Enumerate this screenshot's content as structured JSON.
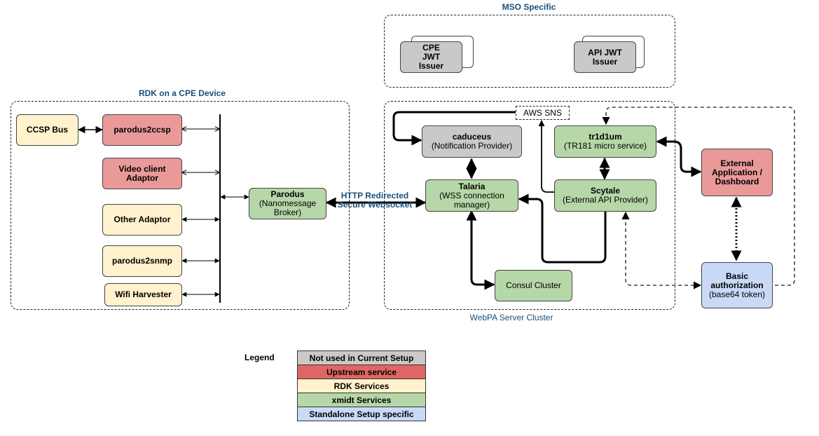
{
  "regions": {
    "mso": "MSO Specific",
    "rdk": "RDK on a CPE Device",
    "webpa": "WebPA Server Cluster"
  },
  "nodes": {
    "cpe_jwt": {
      "name": "CPE JWT Issuer"
    },
    "api_jwt": {
      "name": "API JWT Issuer"
    },
    "ccsp_bus": {
      "name": "CCSP Bus"
    },
    "parodus2ccsp": {
      "name": "parodus2ccsp"
    },
    "video_client": {
      "name": "Video client Adaptor"
    },
    "other_adaptor": {
      "name": "Other Adaptor"
    },
    "parodus2snmp": {
      "name": "parodus2snmp"
    },
    "wifi_harvester": {
      "name": "Wifi Harvester"
    },
    "parodus": {
      "name": "Parodus",
      "desc": "(Nanomessage Broker)"
    },
    "caduceus": {
      "name": "caduceus",
      "desc": "(Notification Provider)"
    },
    "tr1d1um": {
      "name": "tr1d1um",
      "desc": "(TR181 micro service)"
    },
    "talaria": {
      "name": "Talaria",
      "desc": "(WSS connection manager)"
    },
    "scytale": {
      "name": "Scytale",
      "desc": "(External API Provider)"
    },
    "consul": {
      "name": "Consul Cluster"
    },
    "external_app": {
      "name": "External Application / Dashboard"
    },
    "basic_auth": {
      "name": "Basic authorization",
      "desc": "(base64 token)"
    },
    "aws_sns": {
      "name": "AWS SNS"
    }
  },
  "edges": {
    "parodus_talaria_line1": "HTTP Redirected",
    "parodus_talaria_line2": "Secure Websocket"
  },
  "legend": {
    "title": "Legend",
    "items": [
      {
        "label": "Not used in Current Setup",
        "color": "#c9c9c9"
      },
      {
        "label": "Upstream service",
        "color": "#e06666"
      },
      {
        "label": "RDK Services",
        "color": "#fff2cc"
      },
      {
        "label": "xmidt Services",
        "color": "#b6d7a8"
      },
      {
        "label": "Standalone Setup specific",
        "color": "#c9daf8"
      }
    ]
  },
  "colors": {
    "gray": "#c9c9c9",
    "red": "#ea9999",
    "yellow": "#fff2cc",
    "green": "#b6d7a8",
    "blue": "#c9daf8",
    "title_blue": "#1b4f7a"
  }
}
